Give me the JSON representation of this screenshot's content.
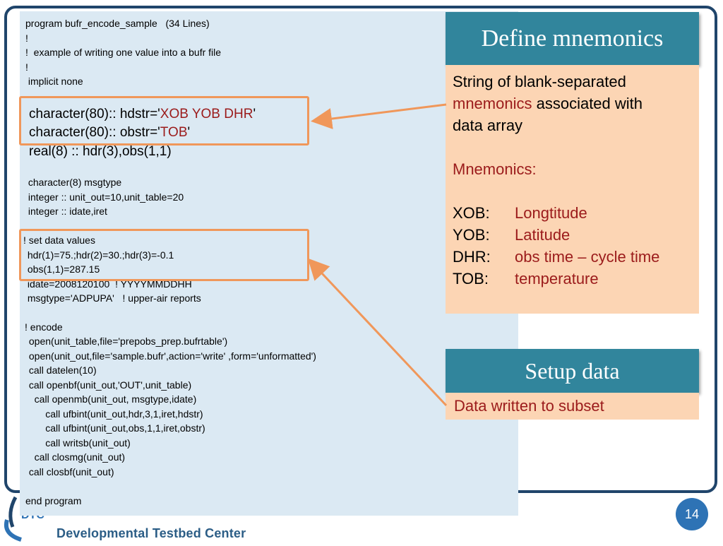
{
  "code": {
    "header_lines": [
      "program bufr_encode_sample   (34 Lines)",
      "!",
      "!  example of writing one value into a bufr file",
      "!",
      " implicit none"
    ],
    "hdstr_prefix": "character(80):: hdstr='",
    "hdstr_value": "XOB YOB DHR",
    "obstr_prefix": "character(80):: obstr='",
    "obstr_value": "TOB",
    "quote": "'",
    "real_line": "real(8) :: hdr(3),obs(1,1)",
    "decl_lines": [
      " character(8) msgtype",
      " integer :: unit_out=10,unit_table=20",
      " integer :: idate,iret"
    ],
    "data_lines": [
      "! set data values",
      " hdr(1)=75.;hdr(2)=30.;hdr(3)=-0.1",
      " obs(1,1)=287.15",
      " idate=2008120100  ! YYYYMMDDHH",
      " msgtype='ADPUPA'   ! upper-air reports"
    ],
    "encode_lines": [
      "! encode",
      " open(unit_table,file='prepobs_prep.bufrtable')",
      " open(unit_out,file='sample.bufr',action='write' ,form='unformatted')",
      " call datelen(10)",
      " call openbf(unit_out,'OUT',unit_table)",
      "   call openmb(unit_out, msgtype,idate)",
      "       call ufbint(unit_out,hdr,3,1,iret,hdstr)",
      "       call ufbint(unit_out,obs,1,1,iret,obstr)",
      "       call writsb(unit_out)",
      "   call closmg(unit_out)",
      " call closbf(unit_out)"
    ],
    "end_line": "end program"
  },
  "define": {
    "title": "Define mnemonics",
    "desc_1": "String of blank-separated",
    "desc_2_red": "mnemonics",
    "desc_2_rest": " associated with",
    "desc_3": "data array",
    "mnemonics_heading": "Mnemonics:",
    "items": [
      {
        "code": "XOB:",
        "meaning": "Longtitude"
      },
      {
        "code": "YOB:",
        "meaning": "Latitude"
      },
      {
        "code": "DHR:",
        "meaning": "obs time – cycle time"
      },
      {
        "code": "TOB:",
        "meaning": "temperature"
      }
    ]
  },
  "setup": {
    "title": "Setup data",
    "body": "Data written to subset"
  },
  "footer": {
    "org": "Developmental Testbed Center",
    "page": "14"
  },
  "colors": {
    "accent_teal": "#31859c",
    "panel_peach": "#fcd5b4",
    "code_bg": "#dbe9f3",
    "highlight": "#9b1b1b",
    "arrow": "#f0975a"
  }
}
